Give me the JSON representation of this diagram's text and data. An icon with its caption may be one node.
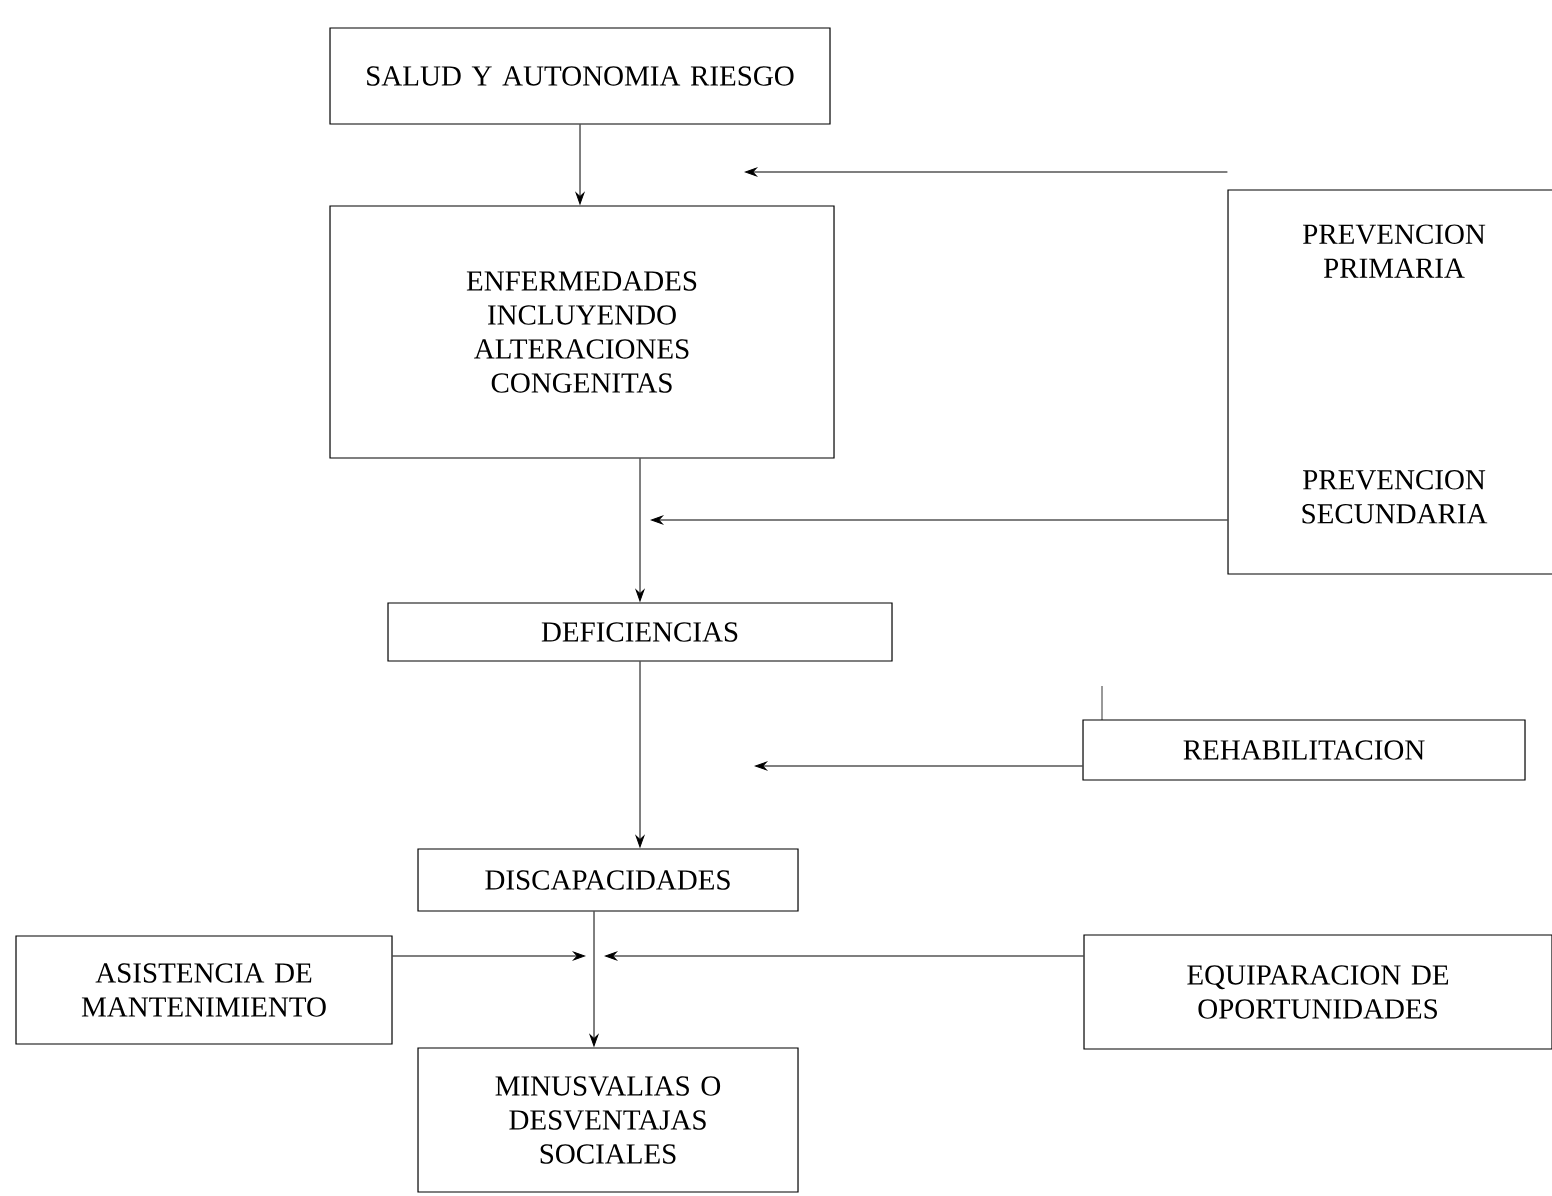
{
  "diagram": {
    "nodes": [
      {
        "text": [
          "SALUD Y AUTONOMIA RIESGO"
        ]
      },
      {
        "text": [
          "ENFERMEDADES INCLUYENDO ALTERACIONES CONGENITAS"
        ]
      },
      {
        "text": [
          "DEFICIENCIAS"
        ]
      },
      {
        "text": [
          "DISCAPACIDADES"
        ]
      },
      {
        "text": [
          "MINUSVALIAS O DESVENTAJAS SOCIALES"
        ]
      },
      {
        "text": [
          "PREVENCION PRIMARIA",
          "PREVENCION SECUNDARIA"
        ]
      },
      {
        "text": [
          "REHABILITACION"
        ]
      },
      {
        "text": [
          "ASISTENCIA DE MANTENIMIENTO"
        ]
      },
      {
        "text": [
          "EQUIPARACION DE OPORTUNIDADES"
        ]
      }
    ],
    "edges": [
      {
        "from": 0,
        "to": 1,
        "arrow": "to"
      },
      {
        "from": 1,
        "to": 2,
        "arrow": "to"
      },
      {
        "from": 2,
        "to": 3,
        "arrow": "to"
      },
      {
        "from": 3,
        "to": 4,
        "arrow": "to"
      },
      {
        "from": 5,
        "to": null,
        "arrow": "to"
      },
      {
        "from": 5,
        "to": null,
        "arrow": "to"
      },
      {
        "from": 6,
        "to": null,
        "arrow": "to"
      },
      {
        "from": 7,
        "to": null,
        "arrow": "to"
      },
      {
        "from": 8,
        "to": null,
        "arrow": "to"
      }
    ]
  }
}
